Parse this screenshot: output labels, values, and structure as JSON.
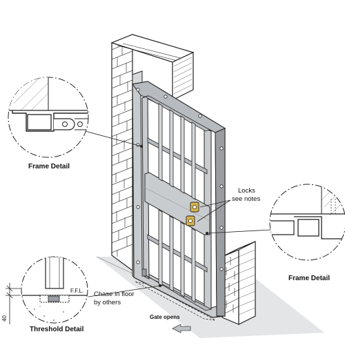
{
  "labels": {
    "frame_detail_left": "Frame Detail",
    "frame_detail_right": "Frame Detail",
    "threshold_detail": "Threshold Detail",
    "locks_line1": "Locks",
    "locks_line2": "see notes",
    "chase_line1": "Chase in floor",
    "chase_line2": "by others",
    "gate_opens": "Gate opens",
    "ffl": "F.F.L.",
    "dimension_40": "40"
  },
  "colors": {
    "line": "#222222",
    "steel": "#c9cccf",
    "steel_dark": "#9a9ea3",
    "floor": "#e4e5e6",
    "brick_fill": "#ffffff",
    "lock_brass": "#d8b24a"
  }
}
